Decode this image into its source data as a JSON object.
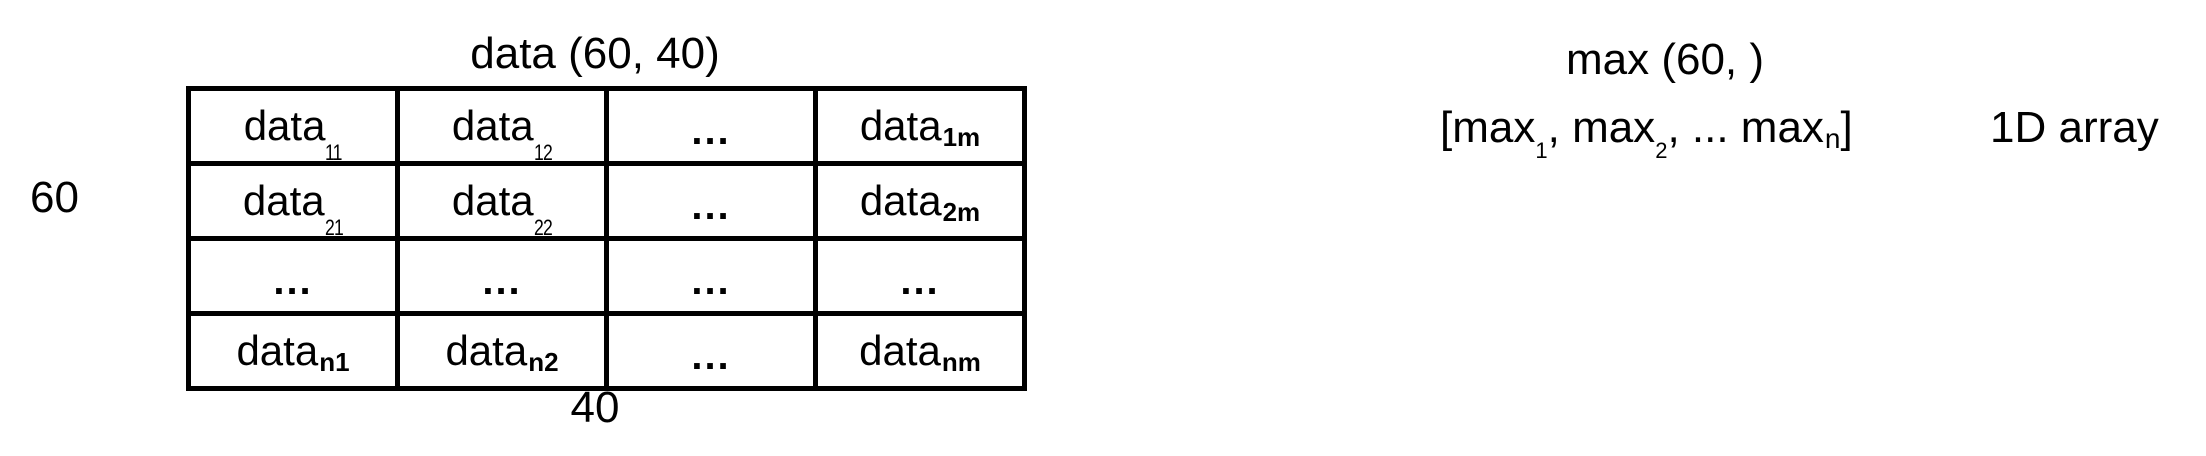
{
  "matrix": {
    "title": "data (60, 40)",
    "row_dimension_label": "60",
    "col_dimension_label": "40",
    "rows": [
      [
        {
          "base": "data",
          "sub": "11",
          "sub_style": "low"
        },
        {
          "base": "data",
          "sub": "12",
          "sub_style": "low"
        },
        {
          "base": "...",
          "sub": "",
          "sub_style": "none"
        },
        {
          "base": "data",
          "sub": "1m",
          "sub_style": "near"
        }
      ],
      [
        {
          "base": "data",
          "sub": "21",
          "sub_style": "low"
        },
        {
          "base": "data",
          "sub": "22",
          "sub_style": "low"
        },
        {
          "base": "...",
          "sub": "",
          "sub_style": "none"
        },
        {
          "base": "data",
          "sub": "2m",
          "sub_style": "near"
        }
      ],
      [
        {
          "base": "...",
          "sub": "",
          "sub_style": "none"
        },
        {
          "base": "...",
          "sub": "",
          "sub_style": "none"
        },
        {
          "base": "...",
          "sub": "",
          "sub_style": "none"
        },
        {
          "base": "...",
          "sub": "",
          "sub_style": "none"
        }
      ],
      [
        {
          "base": "data",
          "sub": "n1",
          "sub_style": "near"
        },
        {
          "base": "data",
          "sub": "n2",
          "sub_style": "near"
        },
        {
          "base": "...",
          "sub": "",
          "sub_style": "none"
        },
        {
          "base": "data",
          "sub": "nm",
          "sub_style": "near"
        }
      ]
    ]
  },
  "result": {
    "title": "max (60, )",
    "array": {
      "open": "[",
      "items": [
        {
          "base": "max",
          "sub": "1",
          "sep": ", "
        },
        {
          "base": "max",
          "sub": "2",
          "sep": ", "
        },
        {
          "base": "... ",
          "sub": "",
          "sep": ""
        },
        {
          "base": "max",
          "sub": "n",
          "sep": ""
        }
      ],
      "close": "]"
    },
    "label": "1D array"
  }
}
